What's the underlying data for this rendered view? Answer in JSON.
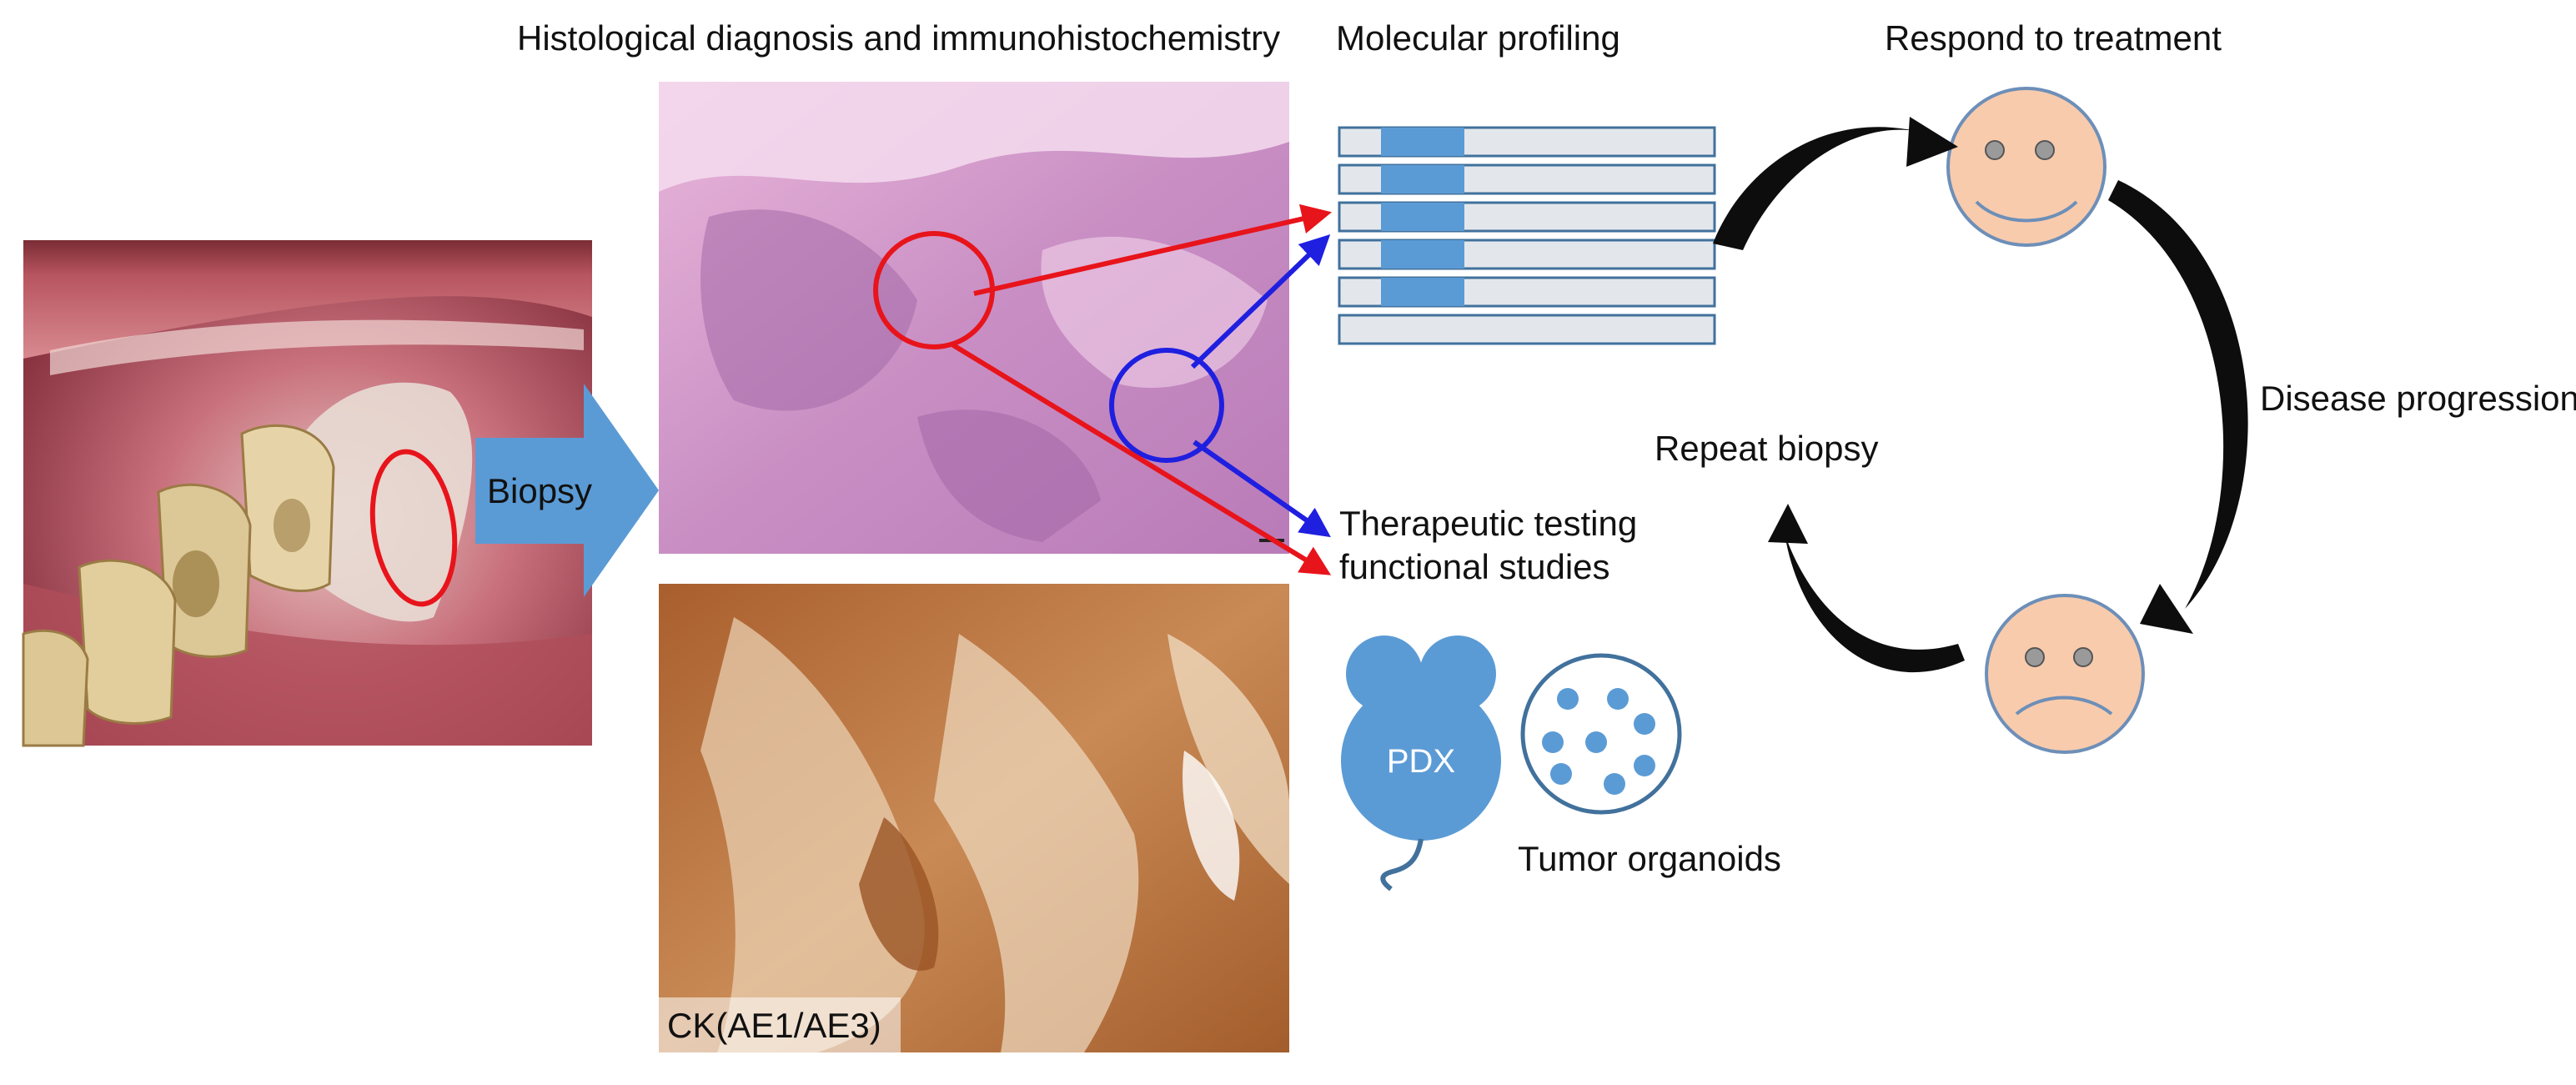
{
  "headers": {
    "histology": "Histological diagnosis and immunohistochemistry",
    "molecular": "Molecular profiling",
    "respond": "Respond to treatment"
  },
  "labels": {
    "biopsy": "Biopsy",
    "therapeutic_line1": "Therapeutic testing",
    "therapeutic_line2": "functional studies",
    "pdx": "PDX",
    "organoids": "Tumor organoids",
    "ck_stain": "CK(AE1/AE3)",
    "disease_progression": "Disease progression",
    "repeat_biopsy": "Repeat biopsy"
  },
  "colors": {
    "red_marker": "#e8141b",
    "blue_marker": "#1f1fe0",
    "arrow_fill": "#5b9bd5",
    "face_fill": "#f8cbad",
    "face_stroke": "#6d8fb8",
    "bar_fill": "#e3e7ec",
    "bar_stroke": "#41719c",
    "he_stain": "#d98fc6",
    "ihc_stain": "#b46a35",
    "oral_tissue": "#c6707a"
  },
  "icons": [
    "smiley-face-icon",
    "sad-face-icon",
    "pdx-mouse-icon",
    "organoid-dish-icon",
    "cycle-arrow-icon"
  ]
}
